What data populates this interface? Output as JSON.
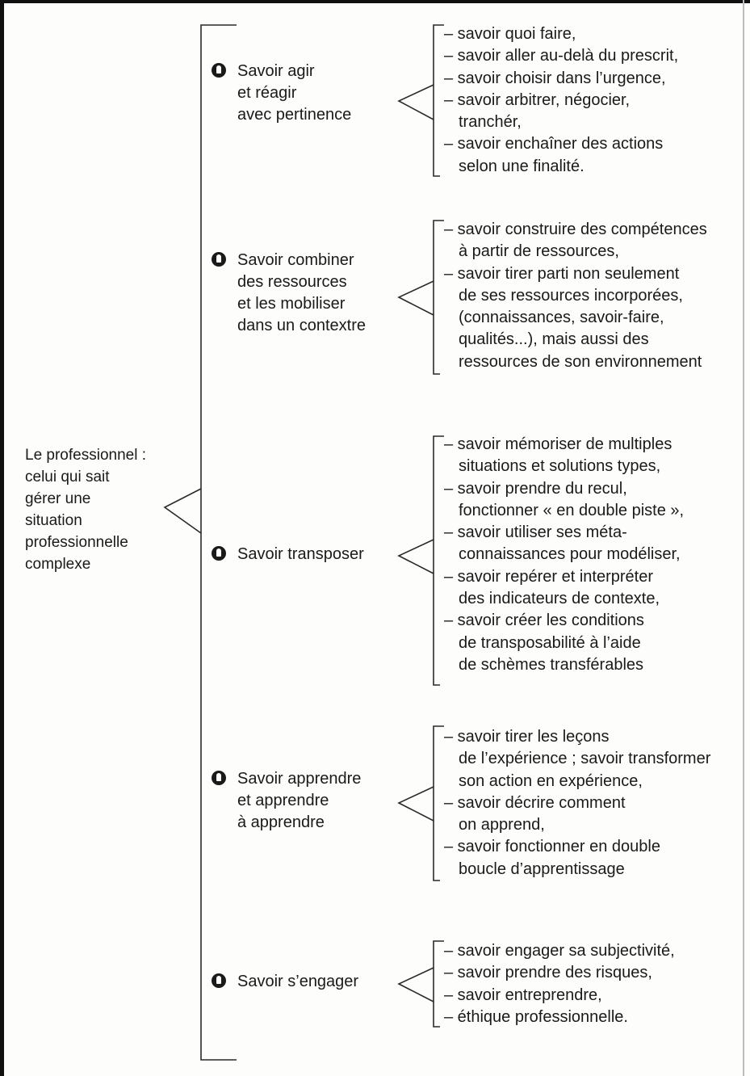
{
  "root": {
    "lines": [
      "Le professionnel :",
      "celui qui sait",
      "gérer une",
      "situation",
      "professionnelle",
      "complexe"
    ]
  },
  "nodes": [
    {
      "label_lines": [
        "Savoir agir",
        "et réagir",
        "avec pertinence"
      ],
      "details": [
        [
          "– savoir quoi faire,"
        ],
        [
          "– savoir aller au-delà du prescrit,"
        ],
        [
          "– savoir choisir dans l’urgence,"
        ],
        [
          "– savoir arbitrer, négocier,",
          "tranchér,"
        ],
        [
          "– savoir enchaîner des actions",
          "selon une finalité."
        ]
      ]
    },
    {
      "label_lines": [
        "Savoir combiner",
        "des ressources",
        "et les mobiliser",
        "dans un contextre"
      ],
      "details": [
        [
          "– savoir construire des compétences",
          "à partir de ressources,"
        ],
        [
          "– savoir tirer parti non seulement",
          "de ses ressources incorporées,",
          "(connaissances, savoir-faire,",
          "qualités...), mais aussi des",
          "ressources de son environnement"
        ]
      ]
    },
    {
      "label_lines": [
        "Savoir transposer"
      ],
      "details": [
        [
          "– savoir mémoriser de multiples",
          "situations et solutions types,"
        ],
        [
          "– savoir prendre du recul,",
          "fonctionner « en double piste »,"
        ],
        [
          "– savoir utiliser ses méta-",
          "connaissances pour modéliser,"
        ],
        [
          "– savoir repérer et interpréter",
          "des indicateurs de contexte,"
        ],
        [
          "– savoir créer les conditions",
          "de transposabilité à l’aide",
          "de schèmes transférables"
        ]
      ]
    },
    {
      "label_lines": [
        "Savoir apprendre",
        "et apprendre",
        "à apprendre"
      ],
      "details": [
        [
          "– savoir tirer les leçons",
          "de l’expérience ; savoir transformer",
          "son action en expérience,"
        ],
        [
          "– savoir décrire comment",
          "on apprend,"
        ],
        [
          "– savoir fonctionner en double",
          "boucle d’apprentissage"
        ]
      ]
    },
    {
      "label_lines": [
        "Savoir s’engager"
      ],
      "details": [
        [
          "– savoir engager sa subjectivité,"
        ],
        [
          "– savoir prendre des risques,"
        ],
        [
          "– savoir entreprendre,"
        ],
        [
          "– éthique professionnelle."
        ]
      ]
    }
  ]
}
